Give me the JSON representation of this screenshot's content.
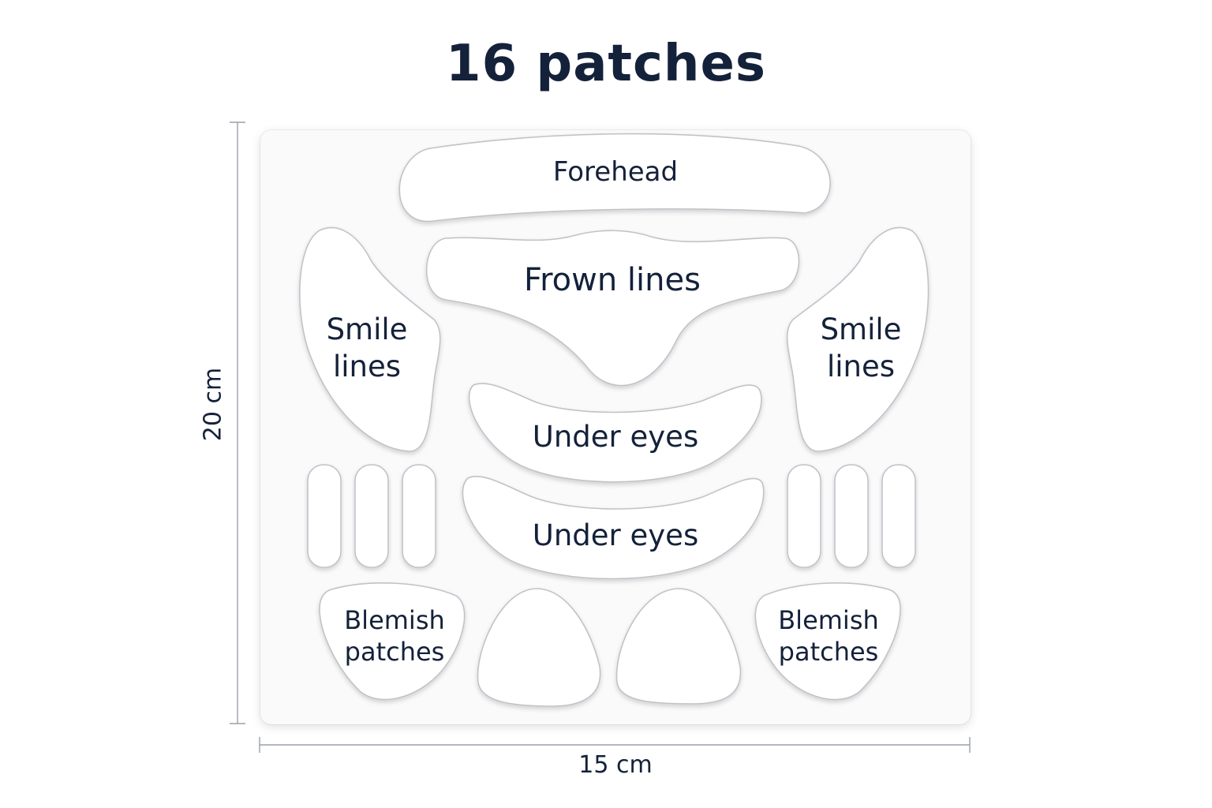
{
  "title": "16 patches",
  "dimensions": {
    "height_label": "20 cm",
    "width_label": "15 cm"
  },
  "patches": {
    "forehead": "Forehead",
    "frown_lines": "Frown lines",
    "smile_lines_left": [
      "Smile",
      "lines"
    ],
    "smile_lines_right": [
      "Smile",
      "lines"
    ],
    "under_eyes_top": "Under eyes",
    "under_eyes_bottom": "Under eyes",
    "blemish_left": [
      "Blemish",
      "patches"
    ],
    "blemish_right": [
      "Blemish",
      "patches"
    ]
  },
  "colors": {
    "text": "#14213a",
    "sheet": "#fafafa",
    "patch_edge": "#bfc3c9"
  }
}
